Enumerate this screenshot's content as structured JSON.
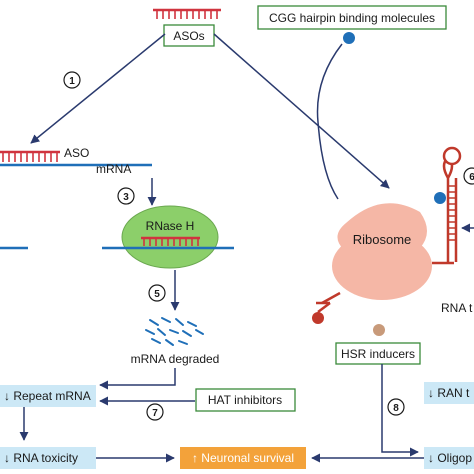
{
  "labels": {
    "asos": "ASOs",
    "cgg_hairpin": "CGG hairpin binding molecules",
    "aso": "ASO",
    "mrna": "mRNA",
    "rnase_h": "RNase H",
    "mrna_degraded": "mRNA degraded",
    "ribosome": "Ribosome",
    "rna_t": "RNA t",
    "hsr_inducers": "HSR inducers",
    "repeat_mrna": "↓ Repeat mRNA",
    "hat_inhibitors": "HAT inhibitors",
    "ran_t": "↓ RAN t",
    "rna_toxicity": "↓ RNA toxicity",
    "neuronal_survival": "↑ Neuronal survival",
    "oligop": "↓ Oligop"
  },
  "steps": [
    "1",
    "3",
    "5",
    "7",
    "8",
    "6"
  ],
  "colors": {
    "navy": "#2a3a6e",
    "red_strand": "#d0343f",
    "blue_strand": "#1f6fb8",
    "green_box": "#3a8a3a",
    "light_blue_fill": "#cce8f6",
    "orange_fill": "#f3a23a",
    "ribosome_fill": "#f5b7a6",
    "rnase_fill": "#8ccf6a",
    "tan_ball": "#c89a7a",
    "blue_ball": "#1f6fb8"
  }
}
